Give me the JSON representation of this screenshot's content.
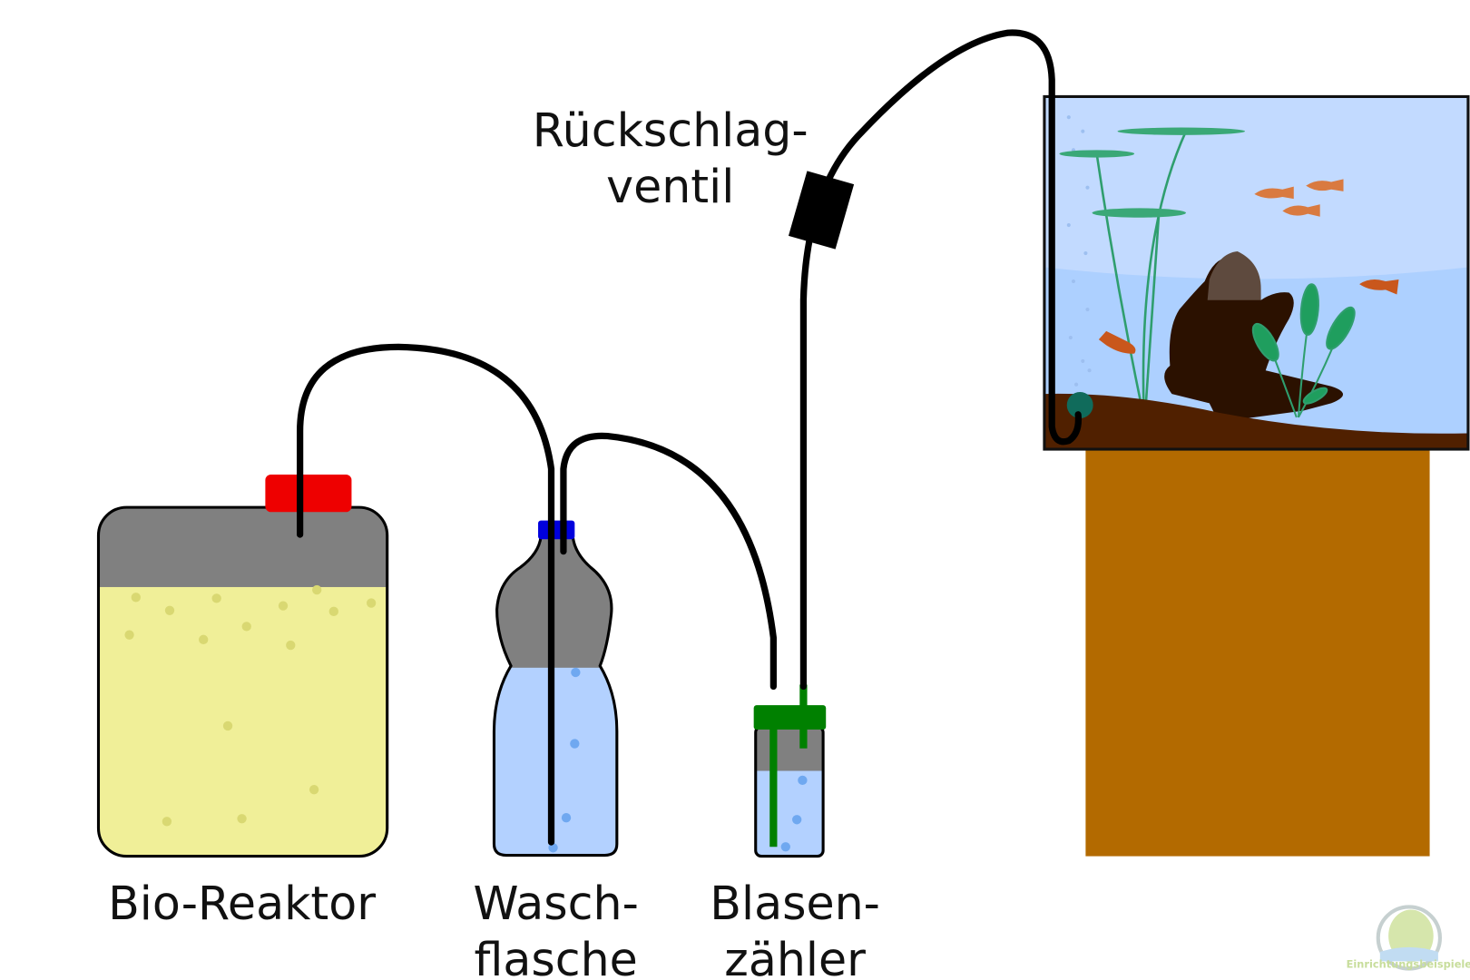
{
  "labels": {
    "bioreactor": "Bio-Reaktor",
    "wash_bottle_line1": "Wasch-",
    "wash_bottle_line2": "flasche",
    "bubble_counter_line1": "Blasen-",
    "bubble_counter_line2": "zähler",
    "check_valve_line1": "Rückschlag-",
    "check_valve_line2": "ventil"
  },
  "watermark": {
    "text": "www.Einrichtungsbeispiele.de"
  },
  "colors": {
    "bioreactor_liquid": "#f0ef98",
    "bioreactor_cap": "#ee0000",
    "container_gas": "#808080",
    "water": "#b3d1ff",
    "wash_bottle_cap": "#0000dd",
    "bubble_counter_cap": "#008000",
    "tubing": "#000000",
    "aquarium_water": "#c2daff",
    "substrate": "#502000",
    "stand": "#b36a00",
    "fish": "#d97a40",
    "plants": "#2f9e6e"
  }
}
